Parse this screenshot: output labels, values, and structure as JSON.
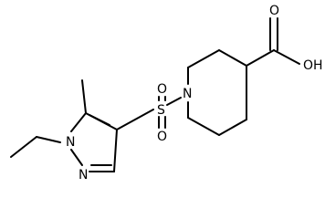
{
  "molecule": {
    "atoms": {
      "oh": "OH",
      "o_carbonyl": "O",
      "n_piperidine": "N",
      "s": "S",
      "o_sulfonyl_top": "O",
      "o_sulfonyl_bottom": "O",
      "n1_pyrazole": "N",
      "n2_pyrazole": "N"
    }
  }
}
